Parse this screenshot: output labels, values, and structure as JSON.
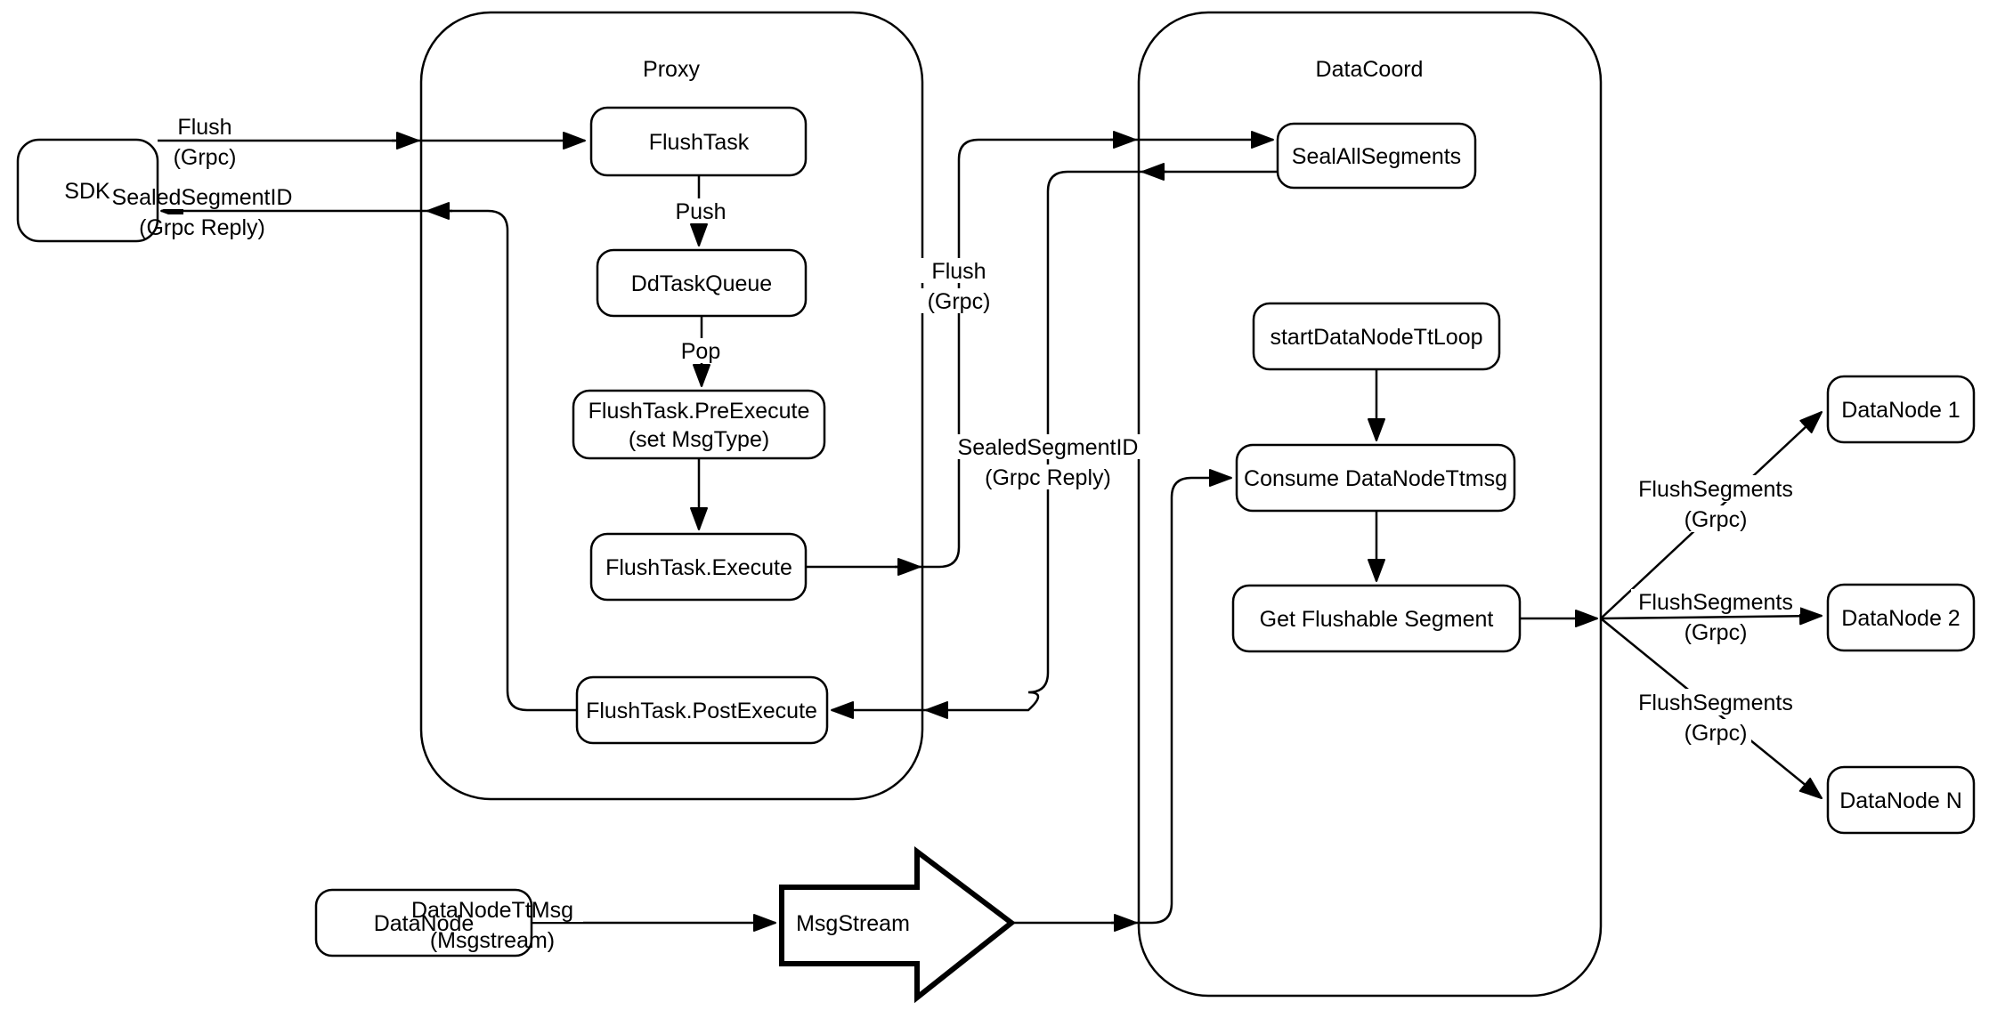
{
  "diagram": {
    "colors": {
      "background": "#ffffff",
      "stroke": "#000000",
      "node_fill": "#ffffff"
    },
    "containers": {
      "proxy": "Proxy",
      "datacoord": "DataCoord"
    },
    "nodes": {
      "sdk": "SDK",
      "flush_task": "FlushTask",
      "dd_task_queue": "DdTaskQueue",
      "pre_execute_line1": "FlushTask.PreExecute",
      "pre_execute_line2": "(set MsgType)",
      "execute": "FlushTask.Execute",
      "post_execute": "FlushTask.PostExecute",
      "seal_all_segments": "SealAllSegments",
      "start_datanode_tt_loop": "startDataNodeTtLoop",
      "consume_datanode_ttmsg": "Consume DataNodeTtmsg",
      "get_flushable_segment": "Get Flushable Segment",
      "datanode_1": "DataNode 1",
      "datanode_2": "DataNode 2",
      "datanode_n": "DataNode N",
      "datanode_bottom": "DataNode",
      "msgstream": "MsgStream"
    },
    "edge_labels": {
      "flush_left_line1": "Flush",
      "flush_left_line2": "(Grpc)",
      "sealed_left_line1": "SealedSegmentID",
      "sealed_left_line2": "(Grpc Reply)",
      "push": "Push",
      "pop": "Pop",
      "flush_mid_line1": "Flush",
      "flush_mid_line2": "(Grpc)",
      "sealed_mid_line1": "SealedSegmentID",
      "sealed_mid_line2": "(Grpc Reply)",
      "flush_segments_top_line1": "FlushSegments",
      "flush_segments_top_line2": "(Grpc)",
      "flush_segments_mid_line1": "FlushSegments",
      "flush_segments_mid_line2": "(Grpc)",
      "flush_segments_bottom_line1": "FlushSegments",
      "flush_segments_bottom_line2": "(Grpc)",
      "datanode_ttmsg_line1": "DataNodeTtMsg",
      "datanode_ttmsg_line2": "(Msgstream)"
    }
  }
}
